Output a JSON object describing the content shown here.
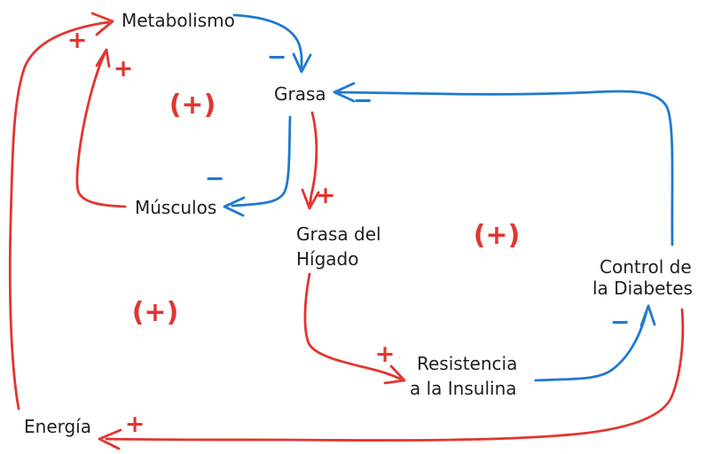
{
  "colors": {
    "red": "#e23530",
    "blue": "#1f7ad1",
    "ink": "#1e1e1e",
    "background": "#ffffff"
  },
  "diagram": {
    "nodes": {
      "metabolismo": {
        "label": "Metabolismo"
      },
      "grasa": {
        "label": "Grasa"
      },
      "musculos": {
        "label": "Músculos"
      },
      "grasa_higado": {
        "line1": "Grasa del",
        "line2": "Hígado"
      },
      "control_diabetes": {
        "line1": "Control de",
        "line2": "la Diabetes"
      },
      "resistencia_insulina": {
        "line1": "Resistencia",
        "line2": "a la Insulina"
      },
      "energia": {
        "label": "Energía"
      }
    },
    "edges": [
      {
        "from": "Energía",
        "to": "Metabolismo",
        "sign": "+",
        "color": "red"
      },
      {
        "from": "Músculos",
        "to": "Metabolismo",
        "sign": "+",
        "color": "red"
      },
      {
        "from": "Metabolismo",
        "to": "Grasa",
        "sign": "−",
        "color": "blue"
      },
      {
        "from": "Control de la Diabetes",
        "to": "Grasa",
        "sign": "−",
        "color": "blue"
      },
      {
        "from": "Grasa",
        "to": "Músculos",
        "sign": "−",
        "color": "blue"
      },
      {
        "from": "Grasa",
        "to": "Grasa del Hígado",
        "sign": "+",
        "color": "red"
      },
      {
        "from": "Grasa del Hígado",
        "to": "Resistencia a la Insulina",
        "sign": "+",
        "color": "red"
      },
      {
        "from": "Resistencia a la Insulina",
        "to": "Control de la Diabetes",
        "sign": "−",
        "color": "blue"
      },
      {
        "from": "Control de la Diabetes",
        "to": "Energía",
        "sign": "+",
        "color": "red"
      }
    ],
    "loops": [
      {
        "label": "(+)"
      },
      {
        "label": "(+)"
      },
      {
        "label": "(+)"
      }
    ]
  }
}
